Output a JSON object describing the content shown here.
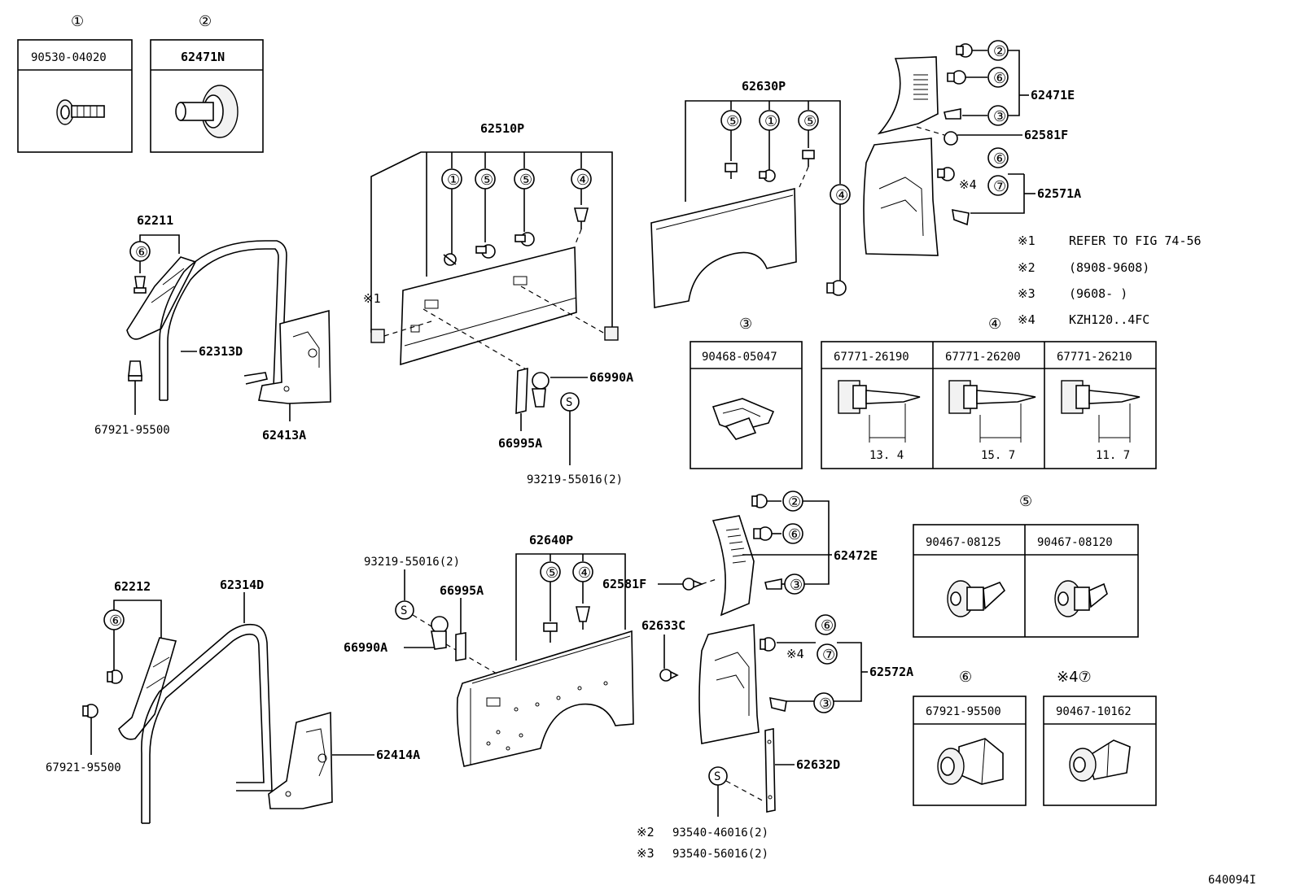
{
  "diagram": {
    "figure_id": "640094I",
    "callout_symbols": {
      "c1": "①",
      "c2": "②",
      "c3": "③",
      "c4": "④",
      "c5": "⑤",
      "c6": "⑥",
      "c7": "⑦",
      "s": "S"
    },
    "legend_boxes": {
      "box1": {
        "index": "①",
        "part": "90530-04020"
      },
      "box2": {
        "index": "②",
        "part": "62471N"
      },
      "box3": {
        "index": "③",
        "part": "90468-05047"
      },
      "box4": {
        "index": "④",
        "cols": [
          {
            "part": "67771-26190",
            "dim": "13. 4"
          },
          {
            "part": "67771-26200",
            "dim": "15. 7"
          },
          {
            "part": "67771-26210",
            "dim": "11. 7"
          }
        ]
      },
      "box5": {
        "index": "⑤",
        "cols": [
          {
            "part": "90467-08125"
          },
          {
            "part": "90467-08120"
          }
        ]
      },
      "box6": {
        "index": "⑥",
        "part": "67921-95500"
      },
      "box7": {
        "index": "※4⑦",
        "part": "90467-10162"
      }
    },
    "notes": [
      {
        "mark": "※1",
        "text": "REFER TO FIG 74-56"
      },
      {
        "mark": "※2",
        "text": "(8908-9608)"
      },
      {
        "mark": "※3",
        "text": "(9608-      )"
      },
      {
        "mark": "※4",
        "text": "KZH120..4FC"
      }
    ],
    "labels": {
      "p62510P": "62510P",
      "p62630P": "62630P",
      "p62471E": "62471E",
      "p62581F_top": "62581F",
      "p62571A": "62571A",
      "p62211": "62211",
      "p62313D": "62313D",
      "p62413A": "62413A",
      "p67921_top": "67921-95500",
      "p66990A_top": "66990A",
      "p66995A_top": "66995A",
      "p93219_top": "93219-55016(2)",
      "p62640P": "62640P",
      "p62472E": "62472E",
      "p62581F_bot": "62581F",
      "p62633C": "62633C",
      "p62572A": "62572A",
      "p62632D": "62632D",
      "p62212": "62212",
      "p62314D": "62314D",
      "p62414A": "62414A",
      "p67921_bot": "67921-95500",
      "p93219_bot": "93219-55016(2)",
      "p66995A_bot": "66995A",
      "p66990A_bot": "66990A",
      "note_k2": "※2",
      "note_k3": "※3",
      "p93540_46016": "93540-46016(2)",
      "p93540_56016": "93540-56016(2)",
      "star1": "※1",
      "star4a": "※4",
      "star4b": "※4"
    }
  }
}
